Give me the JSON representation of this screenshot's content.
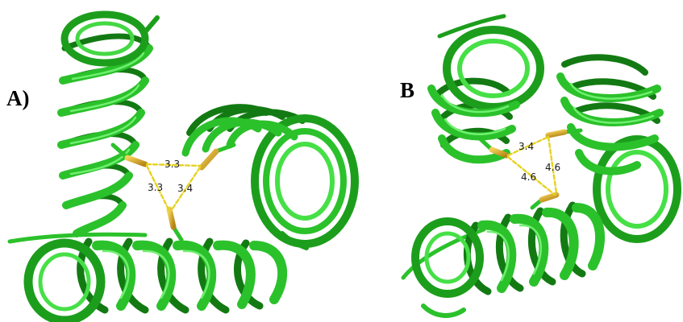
{
  "panels": [
    {
      "label": "A)",
      "distances": [
        "3.3",
        "3.3",
        "3.4"
      ]
    },
    {
      "label": "B",
      "distances": [
        "3.4",
        "4.6",
        "4.6"
      ]
    }
  ],
  "colors": {
    "helix": "#22b822",
    "helix_light": "#46e046",
    "helix_dark": "#137a13",
    "sulfur": "#e0b030",
    "dash": "#e6d21f"
  }
}
